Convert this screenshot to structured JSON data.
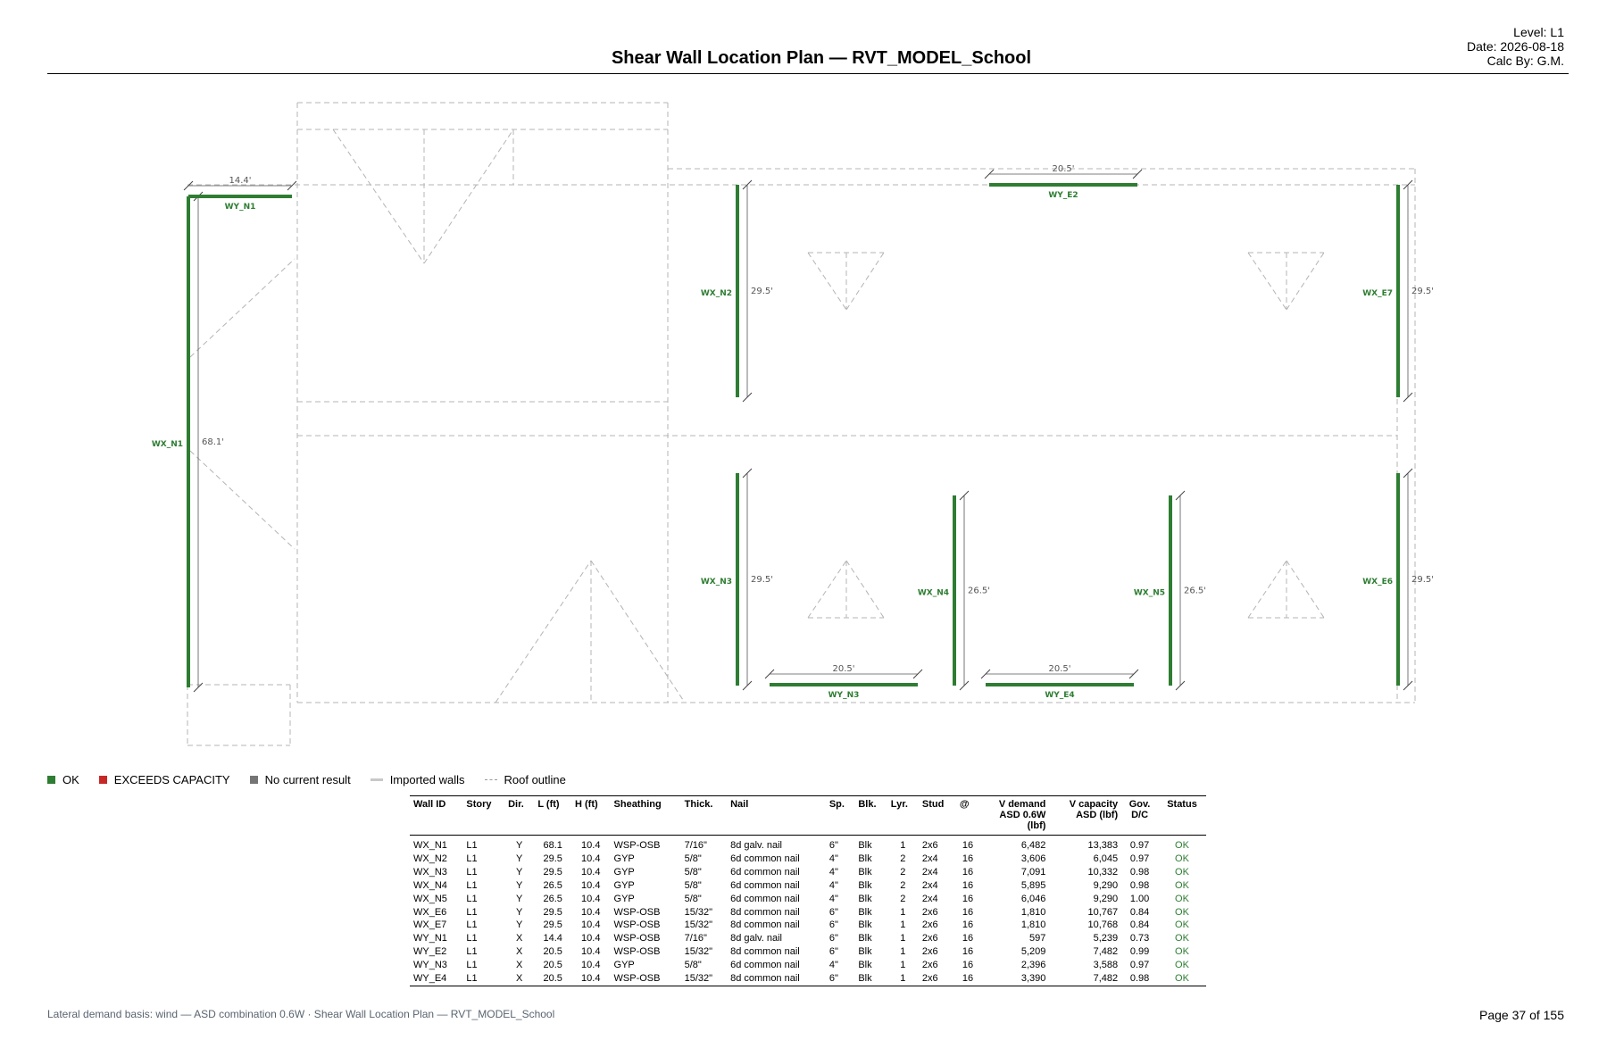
{
  "header": {
    "level": "Level: L1",
    "date": "Date: 2026-08-18",
    "calc_by": "Calc By: G.M.",
    "title": "Shear Wall Location Plan — RVT_MODEL_School"
  },
  "colors": {
    "ok": "#2e7d32",
    "exceeds": "#c62828",
    "none": "#757575",
    "imported": "#c8c8c8",
    "roof": "#b4b4b4"
  },
  "walls": [
    {
      "id": "WX_N1",
      "length_label": "68.1'",
      "status": "ok"
    },
    {
      "id": "WX_N2",
      "length_label": "29.5'",
      "status": "ok"
    },
    {
      "id": "WX_N3",
      "length_label": "29.5'",
      "status": "ok"
    },
    {
      "id": "WX_N4",
      "length_label": "26.5'",
      "status": "ok"
    },
    {
      "id": "WX_N5",
      "length_label": "26.5'",
      "status": "ok"
    },
    {
      "id": "WX_E6",
      "length_label": "29.5'",
      "status": "ok"
    },
    {
      "id": "WX_E7",
      "length_label": "29.5'",
      "status": "ok"
    },
    {
      "id": "WY_N1",
      "length_label": "14.4'",
      "status": "ok"
    },
    {
      "id": "WY_E2",
      "length_label": "20.5'",
      "status": "ok"
    },
    {
      "id": "WY_N3",
      "length_label": "20.5'",
      "status": "ok"
    },
    {
      "id": "WY_E4",
      "length_label": "20.5'",
      "status": "ok"
    }
  ],
  "legend": {
    "ok": "OK",
    "exceeds": "EXCEEDS CAPACITY",
    "none": "No current result",
    "imported": "Imported walls",
    "roof": "Roof outline"
  },
  "table": {
    "headers": {
      "wall_id": "Wall ID",
      "story": "Story",
      "dir": "Dir.",
      "l": "L (ft)",
      "h": "H (ft)",
      "sheathing": "Sheathing",
      "thick": "Thick.",
      "nail": "Nail",
      "sp": "Sp.",
      "blk": "Blk.",
      "lyr": "Lyr.",
      "stud": "Stud",
      "at": "@",
      "v_demand": [
        "V demand",
        "ASD 0.6W",
        "(lbf)"
      ],
      "v_capacity": [
        "V capacity",
        "ASD (lbf)"
      ],
      "gov": [
        "Gov.",
        "D/C"
      ],
      "status": "Status"
    },
    "rows": [
      [
        "WX_N1",
        "L1",
        "Y",
        "68.1",
        "10.4",
        "WSP-OSB",
        "7/16\"",
        "8d galv. nail",
        "6\"",
        "Blk",
        "1",
        "2x6",
        "16",
        "6,482",
        "13,383",
        "0.97",
        "OK"
      ],
      [
        "WX_N2",
        "L1",
        "Y",
        "29.5",
        "10.4",
        "GYP",
        "5/8\"",
        "6d common nail",
        "4\"",
        "Blk",
        "2",
        "2x4",
        "16",
        "3,606",
        "6,045",
        "0.97",
        "OK"
      ],
      [
        "WX_N3",
        "L1",
        "Y",
        "29.5",
        "10.4",
        "GYP",
        "5/8\"",
        "6d common nail",
        "4\"",
        "Blk",
        "2",
        "2x4",
        "16",
        "7,091",
        "10,332",
        "0.98",
        "OK"
      ],
      [
        "WX_N4",
        "L1",
        "Y",
        "26.5",
        "10.4",
        "GYP",
        "5/8\"",
        "6d common nail",
        "4\"",
        "Blk",
        "2",
        "2x4",
        "16",
        "5,895",
        "9,290",
        "0.98",
        "OK"
      ],
      [
        "WX_N5",
        "L1",
        "Y",
        "26.5",
        "10.4",
        "GYP",
        "5/8\"",
        "6d common nail",
        "4\"",
        "Blk",
        "2",
        "2x4",
        "16",
        "6,046",
        "9,290",
        "1.00",
        "OK"
      ],
      [
        "WX_E6",
        "L1",
        "Y",
        "29.5",
        "10.4",
        "WSP-OSB",
        "15/32\"",
        "8d common nail",
        "6\"",
        "Blk",
        "1",
        "2x6",
        "16",
        "1,810",
        "10,767",
        "0.84",
        "OK"
      ],
      [
        "WX_E7",
        "L1",
        "Y",
        "29.5",
        "10.4",
        "WSP-OSB",
        "15/32\"",
        "8d common nail",
        "6\"",
        "Blk",
        "1",
        "2x6",
        "16",
        "1,810",
        "10,768",
        "0.84",
        "OK"
      ],
      [
        "WY_N1",
        "L1",
        "X",
        "14.4",
        "10.4",
        "WSP-OSB",
        "7/16\"",
        "8d galv. nail",
        "6\"",
        "Blk",
        "1",
        "2x6",
        "16",
        "597",
        "5,239",
        "0.73",
        "OK"
      ],
      [
        "WY_E2",
        "L1",
        "X",
        "20.5",
        "10.4",
        "WSP-OSB",
        "15/32\"",
        "8d common nail",
        "6\"",
        "Blk",
        "1",
        "2x6",
        "16",
        "5,209",
        "7,482",
        "0.99",
        "OK"
      ],
      [
        "WY_N3",
        "L1",
        "X",
        "20.5",
        "10.4",
        "GYP",
        "5/8\"",
        "6d common nail",
        "4\"",
        "Blk",
        "1",
        "2x6",
        "16",
        "2,396",
        "3,588",
        "0.97",
        "OK"
      ],
      [
        "WY_E4",
        "L1",
        "X",
        "20.5",
        "10.4",
        "WSP-OSB",
        "15/32\"",
        "8d common nail",
        "6\"",
        "Blk",
        "1",
        "2x6",
        "16",
        "3,390",
        "7,482",
        "0.98",
        "OK"
      ]
    ]
  },
  "footer": {
    "note": "Lateral demand basis: wind — ASD combination 0.6W · Shear Wall Location Plan — RVT_MODEL_School",
    "page": "Page 37 of 155"
  }
}
